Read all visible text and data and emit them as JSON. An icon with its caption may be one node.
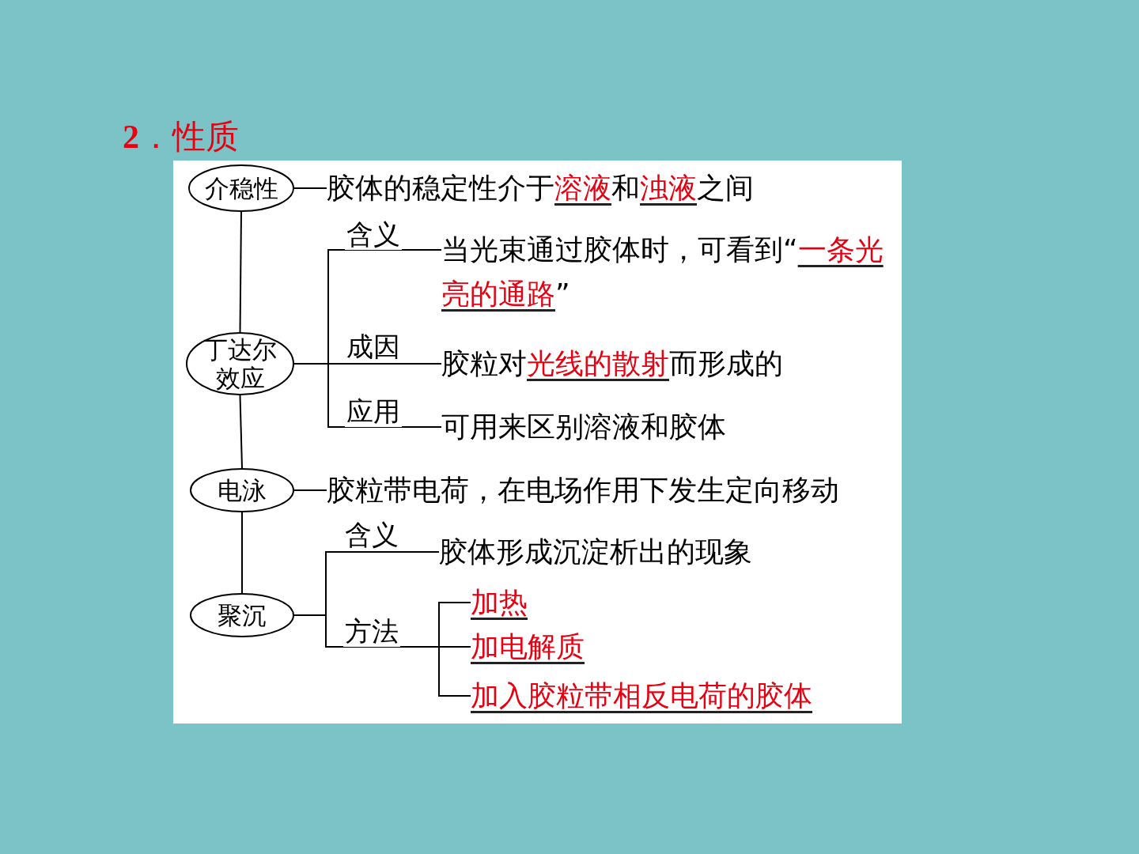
{
  "diagram": {
    "title": "**2**．性质",
    "nodes": [
      {
        "text": [
          "介稳性"
        ]
      },
      {
        "text": [
          "胶体的稳定性介于",
          "溶液",
          "和",
          "浊液",
          "之间"
        ]
      },
      {
        "text": [
          "丁达尔效应"
        ]
      },
      {
        "text": [
          "当光束通过胶体时，可看到“",
          "一条光亮的通路",
          "”"
        ]
      },
      {
        "text": [
          "胶粒对",
          "光线的散射",
          "而形成的"
        ]
      },
      {
        "text": [
          "可用来区别溶液和胶体"
        ]
      },
      {
        "text": [
          "电泳"
        ]
      },
      {
        "text": [
          "胶粒带电荷，在电场作用下发生定向移动"
        ]
      },
      {
        "text": [
          "聚沉"
        ]
      },
      {
        "text": [
          "胶体形成沉淀析出的现象"
        ]
      },
      {
        "text": [
          "加热"
        ]
      },
      {
        "text": [
          "加电解质"
        ]
      },
      {
        "text": [
          "加入胶粒带相反电荷的胶体"
        ]
      }
    ],
    "edges": [
      {
        "from": 0,
        "to": 2,
        "arrow": "none"
      },
      {
        "from": 0,
        "to": 1,
        "arrow": "none"
      },
      {
        "from": 2,
        "to": 3,
        "arrow": "none",
        "label": "含义"
      },
      {
        "from": 2,
        "to": 4,
        "arrow": "none",
        "label": "成因"
      },
      {
        "from": 2,
        "to": 5,
        "arrow": "none",
        "label": "应用"
      },
      {
        "from": 2,
        "to": 6,
        "arrow": "none"
      },
      {
        "from": 6,
        "to": 7,
        "arrow": "none"
      },
      {
        "from": 6,
        "to": 8,
        "arrow": "none"
      },
      {
        "from": 8,
        "to": 9,
        "arrow": "none",
        "label": "含义"
      },
      {
        "from": 8,
        "to": 10,
        "arrow": "none"
      },
      {
        "from": 8,
        "to": 11,
        "arrow": "none",
        "label": "方法"
      },
      {
        "from": 8,
        "to": 12,
        "arrow": "none"
      }
    ]
  }
}
